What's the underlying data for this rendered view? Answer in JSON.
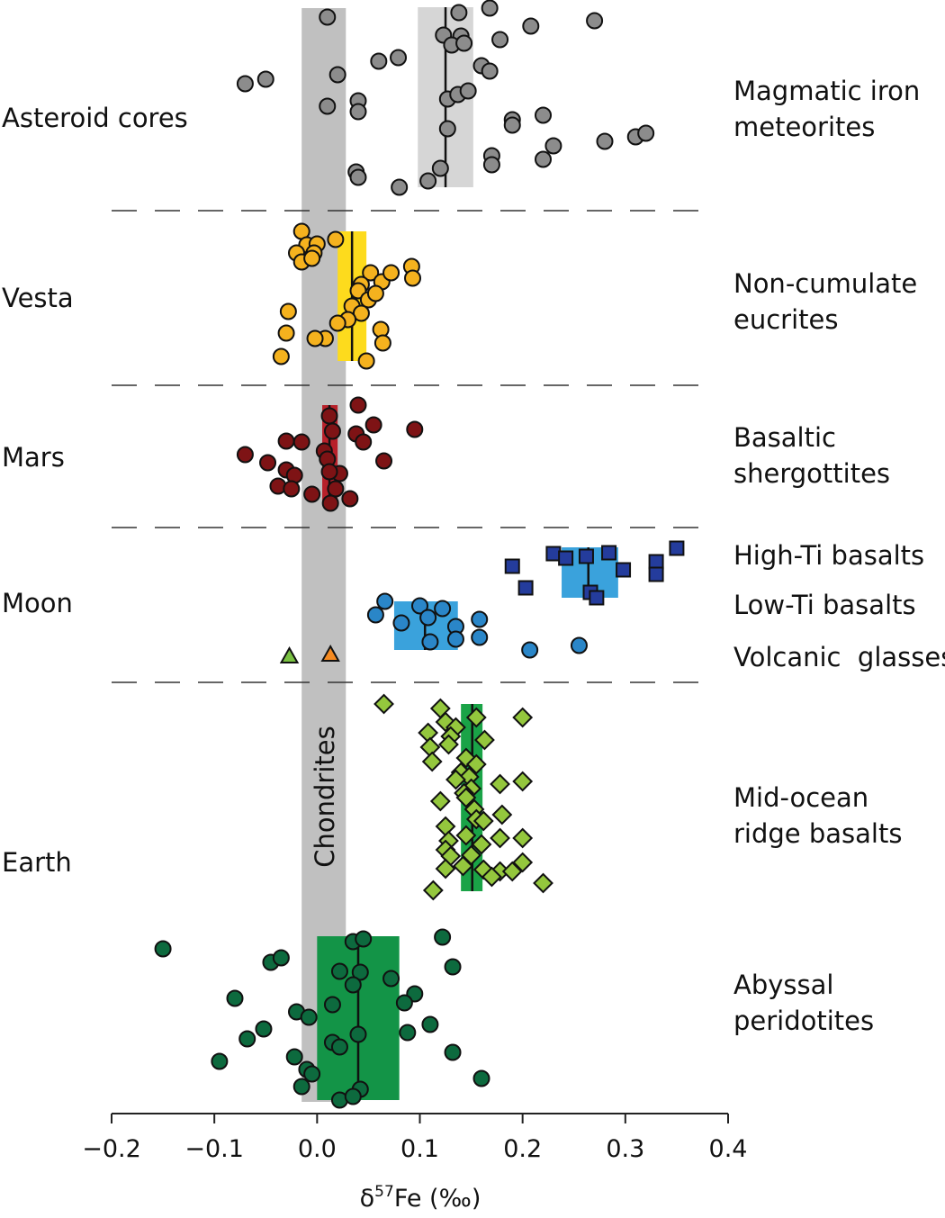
{
  "chart_data": {
    "type": "scatter",
    "xlabel": "δ⁵⁷Fe (‰)",
    "xlim": [
      -0.2,
      0.4
    ],
    "xticks": [
      -0.2,
      -0.1,
      0.0,
      0.1,
      0.2,
      0.3,
      0.4
    ],
    "xtick_labels": [
      "−0.2",
      "−0.1",
      "0.0",
      "0.1",
      "0.2",
      "0.3",
      "0.4"
    ],
    "reference_band": {
      "label": "Chondrites",
      "x_range": [
        -0.015,
        0.028
      ],
      "color": "#c0c0c0"
    },
    "groups": [
      {
        "name": "Asteroid cores",
        "labels": [
          "Asteroid cores"
        ]
      },
      {
        "name": "Vesta",
        "labels": [
          "Vesta"
        ]
      },
      {
        "name": "Mars",
        "labels": [
          "Mars"
        ]
      },
      {
        "name": "Moon",
        "labels": [
          "Moon"
        ]
      },
      {
        "name": "Earth",
        "labels": [
          "Earth"
        ]
      }
    ],
    "series": [
      {
        "name": "Magmatic iron meteorites",
        "labels": [
          "Magmatic iron",
          "meteorites"
        ],
        "group": "Asteroid cores",
        "marker": "circle",
        "color": "#8c8c8c",
        "mean": 0.125,
        "band": [
          0.098,
          0.152
        ],
        "band_color": "#d6d6d6",
        "values": [
          0.01,
          0.138,
          0.168,
          0.208,
          0.27,
          0.123,
          0.14,
          0.131,
          0.143,
          0.178,
          -0.07,
          -0.05,
          0.02,
          0.06,
          0.079,
          0.16,
          0.168,
          0.01,
          0.04,
          0.04,
          0.127,
          0.137,
          0.147,
          0.19,
          0.22,
          0.19,
          0.127,
          0.23,
          0.28,
          0.31,
          0.32,
          0.17,
          0.17,
          0.22,
          0.12,
          0.038,
          0.04,
          0.08,
          0.108
        ]
      },
      {
        "name": "Non-cumulate eucrites",
        "labels": [
          "Non-cumulate",
          "eucrites"
        ],
        "group": "Vesta",
        "marker": "circle",
        "color": "#f5b21e",
        "mean": 0.034,
        "band": [
          0.02,
          0.048
        ],
        "band_color": "#fddb1d",
        "values": [
          -0.015,
          -0.01,
          0.0,
          0.018,
          -0.02,
          -0.003,
          -0.015,
          -0.005,
          0.052,
          0.043,
          0.063,
          0.072,
          0.092,
          0.093,
          0.04,
          0.05,
          0.057,
          0.034,
          0.043,
          0.03,
          0.02,
          -0.028,
          0.008,
          0.062,
          -0.03,
          -0.002,
          0.064,
          -0.035,
          0.048
        ]
      },
      {
        "name": "Basaltic shergottites",
        "labels": [
          "Basaltic",
          "shergottites"
        ],
        "group": "Mars",
        "marker": "circle",
        "color": "#7e1315",
        "mean": 0.012,
        "band": [
          0.005,
          0.02
        ],
        "band_color": "#b8212a",
        "values": [
          0.04,
          0.012,
          0.055,
          0.038,
          0.095,
          0.015,
          0.045,
          -0.03,
          -0.015,
          0.007,
          -0.07,
          -0.048,
          0.01,
          0.065,
          0.022,
          0.012,
          -0.03,
          -0.022,
          -0.038,
          -0.025,
          0.018,
          -0.005,
          0.032,
          0.013
        ]
      },
      {
        "name": "High-Ti basalts",
        "labels": [
          "High-Ti basalts"
        ],
        "group": "Moon",
        "marker": "square",
        "color": "#243c9c",
        "mean": 0.264,
        "band": [
          0.238,
          0.293
        ],
        "band_color": "#3aa2dc",
        "values": [
          0.35,
          0.284,
          0.262,
          0.19,
          0.23,
          0.242,
          0.298,
          0.33,
          0.33,
          0.203,
          0.266,
          0.272
        ]
      },
      {
        "name": "Low-Ti basalts",
        "labels": [
          "Low-Ti basalts"
        ],
        "group": "Moon",
        "marker": "circle",
        "color": "#2a86c8",
        "mean": 0.105,
        "band": [
          0.075,
          0.137
        ],
        "band_color": "#3aa2dc",
        "values": [
          0.066,
          0.1,
          0.122,
          0.057,
          0.082,
          0.108,
          0.135,
          0.158,
          0.158,
          0.135,
          0.11,
          0.207,
          0.255
        ]
      },
      {
        "name": "Volcanic glasses",
        "labels": [
          "Volcanic  glasses"
        ],
        "group": "Moon",
        "marker": "triangle",
        "colors": [
          "#79c142",
          "#f58a21"
        ],
        "values": [
          -0.027,
          0.013
        ]
      },
      {
        "name": "Mid-ocean ridge basalts",
        "labels": [
          "Mid-ocean",
          "ridge basalts"
        ],
        "group": "Earth",
        "marker": "diamond",
        "color": "#94c73d",
        "mean": 0.151,
        "band": [
          0.14,
          0.161
        ],
        "band_color": "#1aa347",
        "values": [
          0.065,
          0.12,
          0.155,
          0.2,
          0.125,
          0.135,
          0.108,
          0.13,
          0.163,
          0.11,
          0.128,
          0.145,
          0.155,
          0.112,
          0.14,
          0.148,
          0.135,
          0.178,
          0.15,
          0.143,
          0.2,
          0.145,
          0.153,
          0.18,
          0.12,
          0.155,
          0.162,
          0.125,
          0.145,
          0.178,
          0.128,
          0.16,
          0.2,
          0.125,
          0.15,
          0.2,
          0.13,
          0.162,
          0.125,
          0.142,
          0.178,
          0.19,
          0.17,
          0.22,
          0.113
        ]
      },
      {
        "name": "Abyssal peridotites",
        "labels": [
          "Abyssal",
          "peridotites"
        ],
        "group": "Earth",
        "marker": "circle",
        "color": "#0d6a3e",
        "mean": 0.04,
        "band": [
          0.0,
          0.08
        ],
        "band_color": "#139447",
        "values": [
          -0.15,
          0.035,
          0.045,
          0.122,
          -0.045,
          -0.035,
          0.132,
          0.022,
          0.042,
          -0.08,
          0.072,
          0.095,
          0.035,
          -0.02,
          -0.008,
          0.085,
          0.015,
          0.11,
          -0.052,
          -0.068,
          0.04,
          0.015,
          0.022,
          0.088,
          -0.022,
          0.132,
          -0.095,
          -0.01,
          -0.005,
          0.16,
          -0.015,
          0.042,
          0.022,
          0.035
        ]
      }
    ]
  }
}
